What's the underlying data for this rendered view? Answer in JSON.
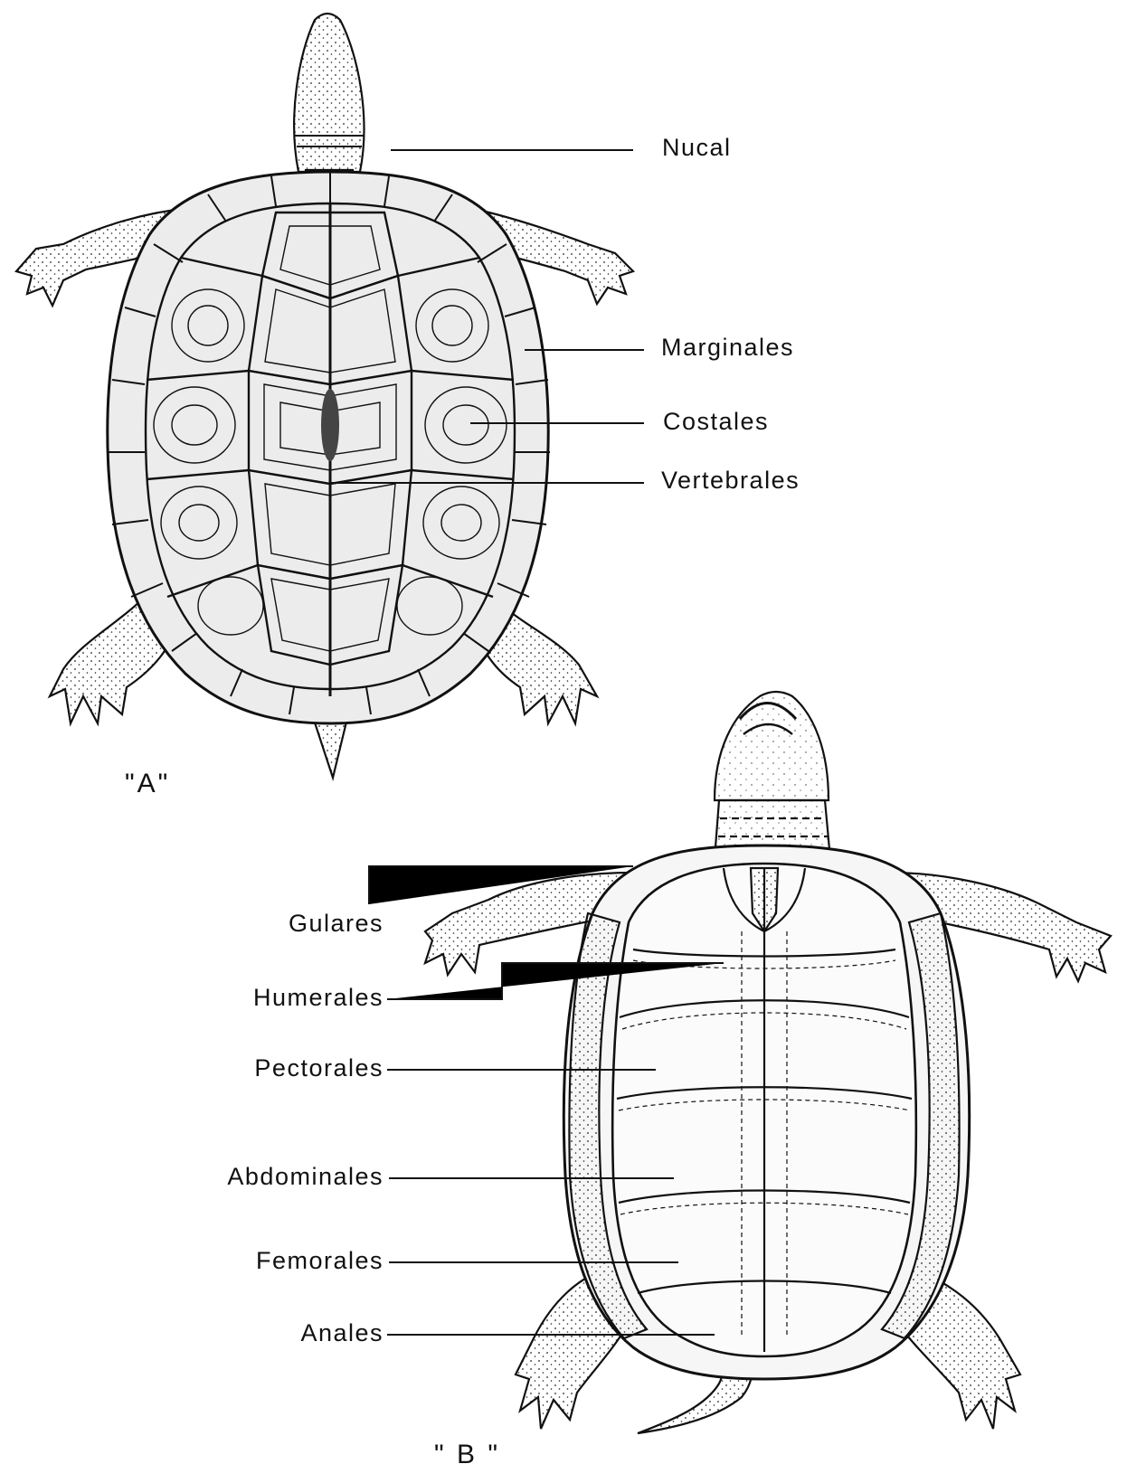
{
  "figure_a": {
    "caption": "\"A\"",
    "labels": {
      "nucal": "Nucal",
      "marginales": "Marginales",
      "costales": "Costales",
      "vertebrales": "Vertebrales"
    }
  },
  "figure_b": {
    "caption": "\" B \"",
    "labels": {
      "gulares": "Gulares",
      "humerales": "Humerales",
      "pectorales": "Pectorales",
      "abdominales": "Abdominales",
      "femorales": "Femorales",
      "anales": "Anales"
    }
  },
  "colors": {
    "ink": "#111111",
    "shell_fill": "#e9e9e9",
    "plastron_fill": "#f7f7f7",
    "paper": "#ffffff"
  }
}
